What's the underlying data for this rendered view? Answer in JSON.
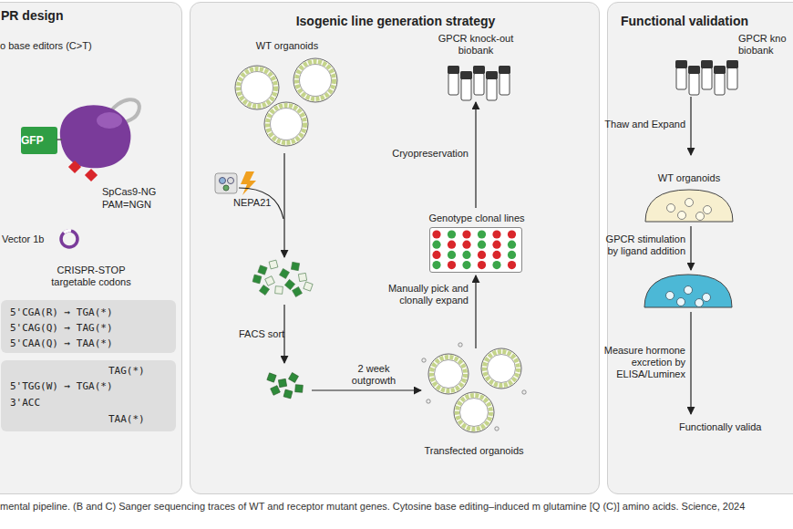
{
  "diagram": {
    "caption": "mental pipeline. (B and C) Sanger sequencing traces of WT and receptor mutant genes. Cytosine base editing–induced m glutamine [Q (C)] amino acids. Science, 2024",
    "nodes": [
      {
        "text": [
          "PR design"
        ]
      },
      {
        "text": [
          "GFP"
        ],
        "in": 0
      },
      {
        "text": [
          "5'CGA(R) → TGA(*)",
          "5'CAG(Q) → TAG(*)",
          "5'CAA(Q) → TAA(*)"
        ],
        "in": 0
      },
      {
        "text": [
          "TAG(*)",
          "5'TGG(W) → TGA(*)",
          "3'ACC",
          "TAA(*)"
        ],
        "in": 0
      },
      {
        "text": [
          "Isogenic line generation strategy"
        ]
      },
      {
        "text": [
          "Genotype clonal lines"
        ],
        "in": 4
      },
      {
        "text": [
          "Functional validation"
        ]
      },
      {
        "text": [
          "WT organoids"
        ],
        "in": 6
      }
    ],
    "labels": [
      "o base editors (C>T)",
      "SpCas9-NG",
      "PAM=NGN",
      "Vector 1b",
      "CRISPR-STOP targetable codons",
      "WT organoids",
      "NEPA21",
      "FACS sort",
      "2 week outgrowth",
      "Transfected organoids",
      "Manually pick and clonally expand",
      "Cryopreservation",
      "GPCR knock-out biobank",
      "GPCR kno biobank",
      "Thaw and Expand",
      "GPCR stimulation by ligand addition",
      "Measure hormone excretion by ELISA/Luminex",
      "Functionally valida"
    ]
  }
}
